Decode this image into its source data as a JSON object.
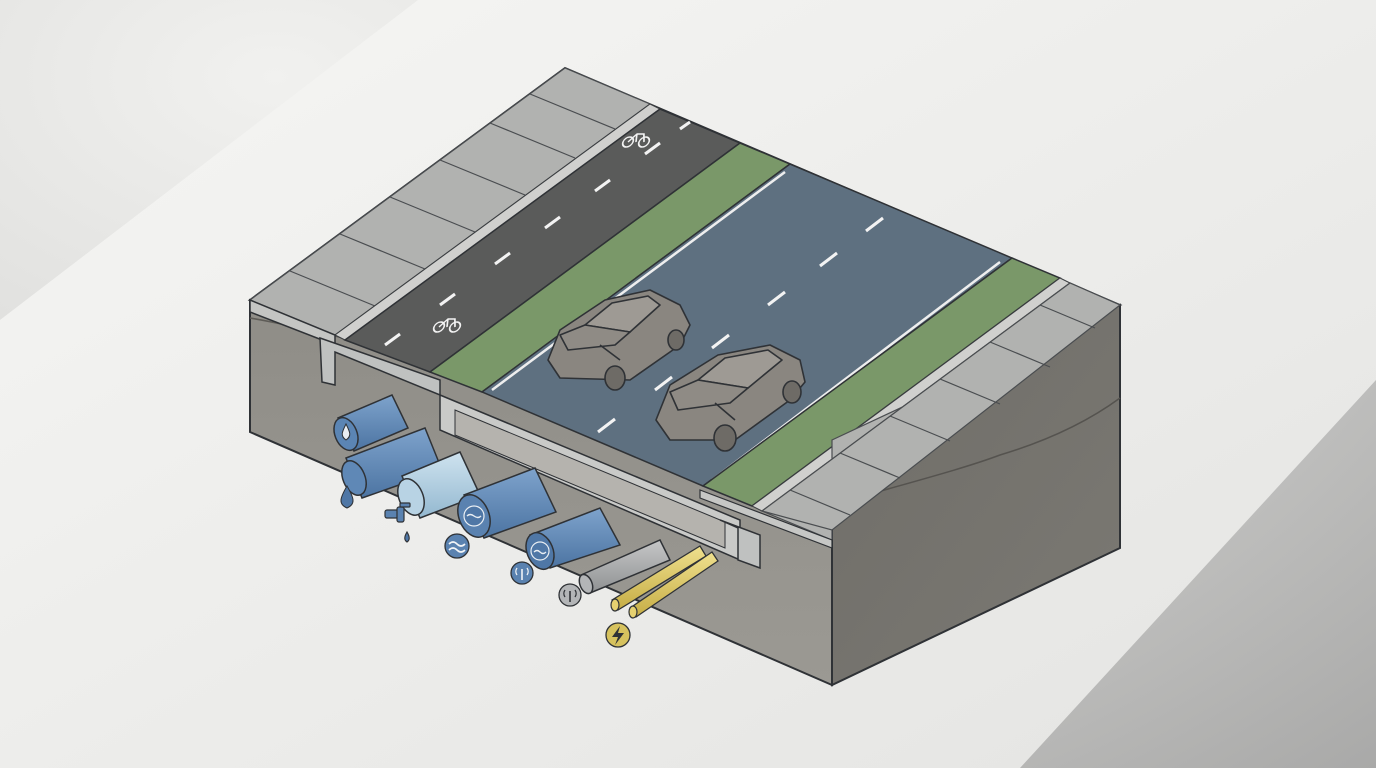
{
  "colors": {
    "background": "#c4c4c2",
    "paper": "#ececea",
    "sidewalk": "#a9aaa8",
    "bike_lane": "#5a5b5a",
    "median": "#7a9869",
    "road": "#5e7080",
    "soil": "#8d8b85",
    "outline": "#2f3236",
    "car": "#8a8680",
    "pipe_blue_dark": "#4f77a6",
    "pipe_blue_light": "#a9c9de",
    "pipe_grey": "#a6a8aa",
    "pipe_yellow": "#d6c25e"
  },
  "icons": [
    "bicycle-icon",
    "water-drop-icon",
    "faucet-icon",
    "wave-icon",
    "signal-icon",
    "lightning-icon"
  ],
  "lanes": [
    "sidewalk",
    "bike-lane",
    "median",
    "road",
    "median",
    "sidewalk"
  ],
  "utilities": [
    "water",
    "drinking-water",
    "wastewater",
    "stormwater",
    "telecom",
    "electric"
  ]
}
